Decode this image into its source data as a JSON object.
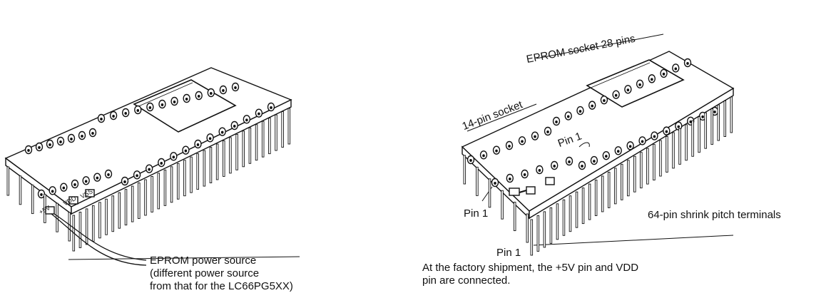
{
  "left_board": {
    "pad_labels": [
      "+5V",
      "VDD",
      "VSS"
    ],
    "power_note": [
      "EPROM power source",
      "(different power source",
      "from that for the LC66PG5XX)"
    ]
  },
  "right_board": {
    "eprom_socket_label": "EPROM socket 28 pins",
    "socket14_label": "14-pin socket",
    "pin1_top": "Pin 1",
    "pin1_left": "Pin 1",
    "pin1_bottom": "Pin 1",
    "terminals_label": "64-pin shrink pitch terminals",
    "factory_note": [
      "At the factory shipment, the +5V pin and VDD",
      "pin are connected."
    ]
  }
}
